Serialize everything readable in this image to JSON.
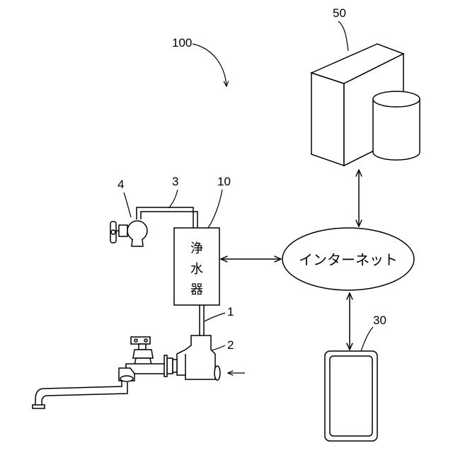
{
  "figure": {
    "system_ref": "100",
    "server_ref": "50",
    "purifier_ref": "10",
    "purifier_label_chars": [
      "浄",
      "水",
      "器"
    ],
    "pipe1_ref": "1",
    "valve2_ref": "2",
    "pipe3_ref": "3",
    "faucet4_ref": "4",
    "internet_label": "インターネット",
    "terminal_ref": "30"
  }
}
